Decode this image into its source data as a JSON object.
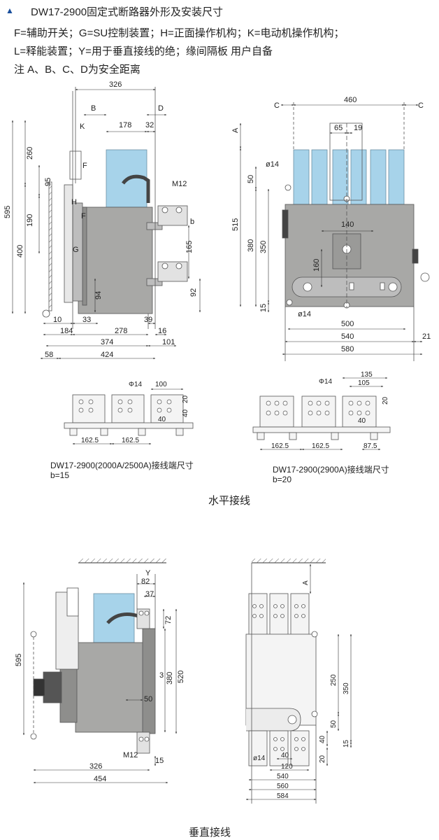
{
  "header": {
    "title": "DW17-2900固定式断路器外形及安装尺寸",
    "legend_line1": "F=辅助开关；G=SU控制装置；H=正面操作机构；K=电动机操作机构；",
    "legend_line2": "L=释能装置；Y=用于垂直接线的绝；缘间隔板 用户自备",
    "note": "注  A、B、C、D为安全距离"
  },
  "captions": {
    "terminal_left": "DW17-2900(2000A/2500A)接线端尺寸",
    "terminal_left_b": "b=15",
    "terminal_right": "DW17-2900(2900A)接线端尺寸",
    "terminal_right_b": "b=20",
    "horizontal": "水平接线",
    "vertical": "垂直接线"
  },
  "dims": {
    "d326": "326",
    "dB": "B",
    "dD": "D",
    "d178": "178",
    "d32": "32",
    "dK": "K",
    "d260": "260",
    "d595": "595",
    "d95": "95",
    "dF1": "F",
    "dM12": "M12",
    "dH": "H",
    "dF2": "F",
    "d190": "190",
    "db": "b",
    "d400": "400",
    "d165": "165",
    "dG": "G",
    "d94": "94",
    "d92": "92",
    "d10": "10",
    "d33": "33",
    "d184": "184",
    "d278": "278",
    "d39": "39",
    "d16": "16",
    "d374": "374",
    "d101": "101",
    "d58": "58",
    "d424": "424",
    "rC1": "C",
    "r460": "460",
    "rC2": "C",
    "rA": "A",
    "r65": "65",
    "r19": "19",
    "rphi14a": "ø14",
    "r50": "50",
    "r515": "515",
    "r140": "140",
    "r380": "380",
    "r350": "350",
    "r160": "160",
    "r15": "15",
    "rphi14b": "ø14",
    "r500": "500",
    "r540": "540",
    "r21": "21",
    "r580": "580",
    "tLphi": "Φ14",
    "tL100": "100",
    "tL20": "20",
    "tL40": "40",
    "tL40b": "40",
    "tL162a": "162.5",
    "tL162b": "162.5",
    "tRphi": "Φ14",
    "tR135": "135",
    "tR105": "105",
    "tR20": "20",
    "tR40": "40",
    "tR162a": "162.5",
    "tR162b": "162.5",
    "tR875": "87.5",
    "vY": "Y",
    "v82": "82",
    "v37": "37",
    "v72": "72",
    "v595": "595",
    "v3": "3",
    "v520": "520",
    "v380": "380",
    "v50": "50",
    "vM12": "M12",
    "v15": "15",
    "v326": "326",
    "v454": "454",
    "wA": "A",
    "w250": "250",
    "w350": "350",
    "w50": "50",
    "w40": "40",
    "w15": "15",
    "w20": "20",
    "wphi14": "ø14",
    "w40b": "40",
    "w120": "120",
    "w540": "540",
    "w560": "560",
    "w584": "584"
  },
  "colors": {
    "body": "#a8a8a6",
    "body_dark": "#8e8e8c",
    "arc_chute": "#a7d3ea",
    "accent": "#1a4f9c"
  }
}
